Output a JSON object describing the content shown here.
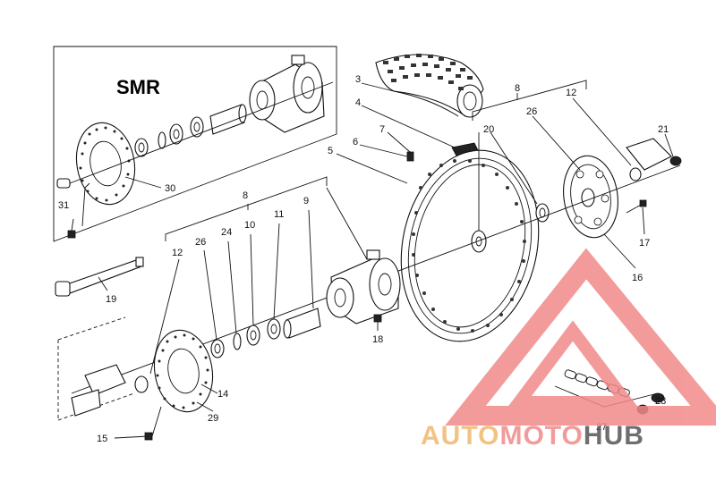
{
  "inset_label": "SMR",
  "labels": {
    "l3": "3",
    "l4": "4",
    "l5": "5",
    "l6": "6",
    "l7": "7",
    "l8a": "8",
    "l12a": "12",
    "l26a": "26",
    "l20": "20",
    "l21": "21",
    "l30": "30",
    "l31": "31",
    "l8b": "8",
    "l26b": "26",
    "l24": "24",
    "l10": "10",
    "l11": "11",
    "l9": "9",
    "l12b": "12",
    "l19": "19",
    "l17": "17",
    "l16": "16",
    "l18": "18",
    "l14": "14",
    "l29": "29",
    "l15": "15",
    "l27": "27",
    "l28": "28"
  },
  "watermark": {
    "part1": "AUTO",
    "part2": "MOTO",
    "part3": "HUB",
    "color1": "#f0b870",
    "color2": "#f08a8a",
    "color3": "#555555",
    "triangle_color": "#f28a8a"
  }
}
